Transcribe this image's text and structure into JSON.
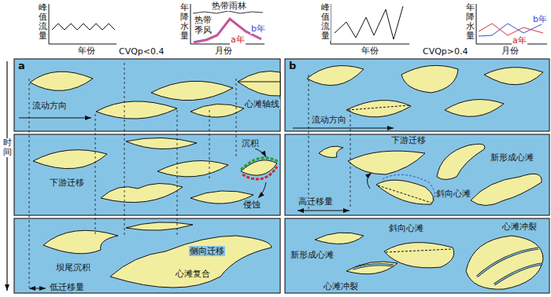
{
  "diagram": {
    "labels": [
      "峰值流量",
      "年份",
      "年降水量",
      "月份",
      "热带雨林",
      "热带季风",
      "b年",
      "a年",
      "a",
      "CVQp<0.4",
      "峰值流量",
      "年份",
      "年降水量",
      "月份",
      "b年",
      "a年",
      "b",
      "CVQp>0.4",
      "时间",
      "心滩轴线",
      "流动方向",
      "沉积",
      "下游迁移",
      "侵蚀",
      "侧向迁移",
      "坝尾沉积",
      "低迁移量",
      "心滩复合",
      "流动方向",
      "下游迁移",
      "新形成心滩",
      "斜向心滩",
      "高迁移量",
      "斜向心滩",
      "新形成心滩",
      "心滩冲裂",
      "心滩冲裂"
    ]
  }
}
